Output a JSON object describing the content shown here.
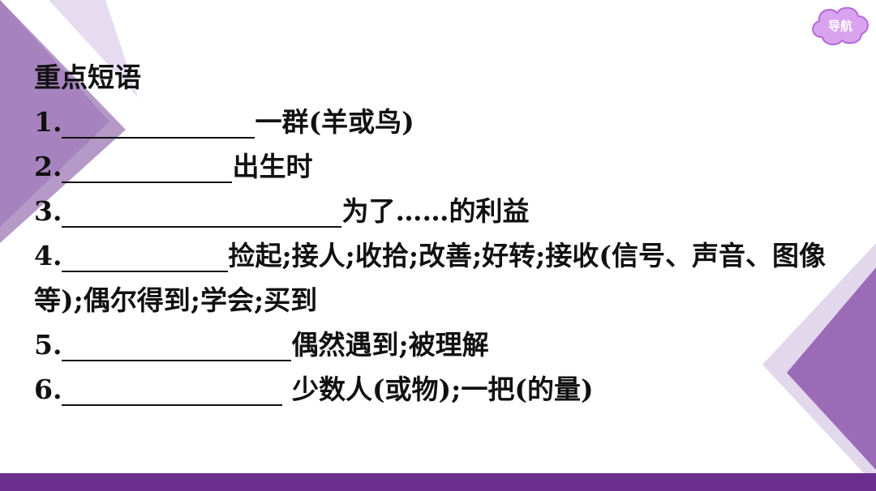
{
  "nav": {
    "label": "导航"
  },
  "heading": "重点短语",
  "items": [
    {
      "number": "1.",
      "meaning": "一群(羊或鸟)"
    },
    {
      "number": "2.",
      "meaning": "出生时"
    },
    {
      "number": "3.",
      "meaning": "为了……的利益"
    },
    {
      "number": "4.",
      "meaning": "捡起;接人;收拾;改善;好转;接收(信号、声音、图像等);偶尔得到;学会;买到"
    },
    {
      "number": "5.",
      "meaning": "偶然遇到;被理解"
    },
    {
      "number": "6.",
      "meaning": " 少数人(或物);一把(的量)"
    }
  ],
  "colors": {
    "accent_purple": "#6b2f8e",
    "light_purple": "#b59ac7",
    "nav_pink": "#d9a3ef"
  }
}
